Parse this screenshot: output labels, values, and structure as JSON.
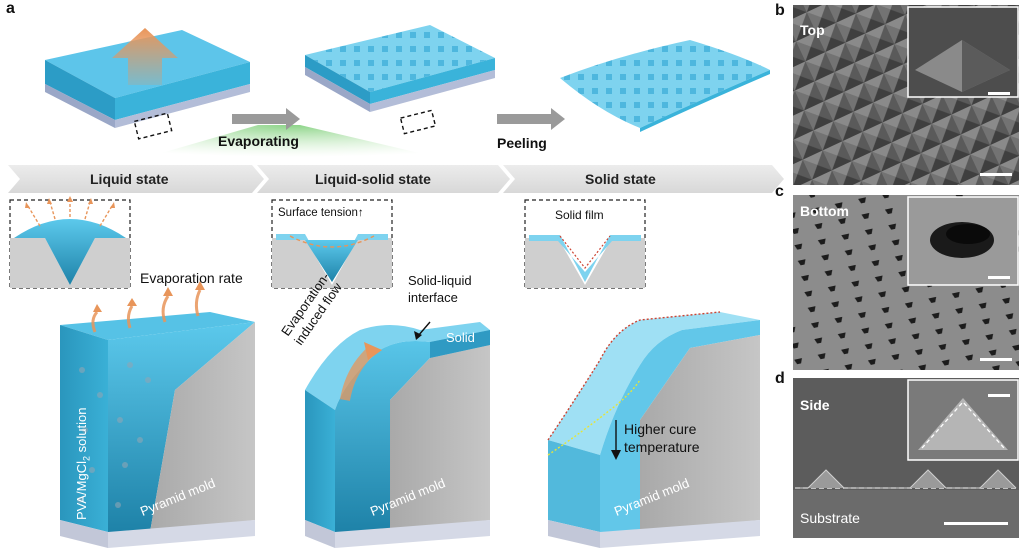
{
  "panel_a": {
    "letter": "a",
    "arrow_labels": {
      "evaporating": "Evaporating",
      "peeling": "Peeling"
    },
    "states": [
      "Liquid state",
      "Liquid-solid state",
      "Solid state"
    ],
    "insets": {
      "surface_tension": "Surface tension",
      "surface_tension_arrow": "↑",
      "solid_film": "Solid film"
    },
    "annotations": {
      "evaporation_rate": "Evaporation rate",
      "solid_liquid_line1": "Solid-liquid",
      "solid_liquid_line2": "interface",
      "evap_flow_line1": "Evaporation-",
      "evap_flow_line2": "induced flow",
      "solid": "Solid",
      "higher_cure_line1": "Higher cure",
      "higher_cure_line2": "temperature",
      "pvp_prefix": "PVA/MgCl",
      "pvp_sub": "2",
      "pvp_suffix": " solution",
      "pyramid_mold": "Pyramid mold"
    }
  },
  "panel_b": {
    "letter": "b",
    "title": "Top"
  },
  "panel_c": {
    "letter": "c",
    "title": "Bottom"
  },
  "panel_d": {
    "letter": "d",
    "title": "Side",
    "substrate": "Substrate"
  },
  "colors": {
    "liquid_blue": "#3fb6dc",
    "light_blue": "#8fd8f0",
    "orange_arrow": "#e8955a",
    "mold_gray": "#b8b8b8",
    "band_gray": "#e4e4e4",
    "green_glow": "#8fd08a"
  }
}
